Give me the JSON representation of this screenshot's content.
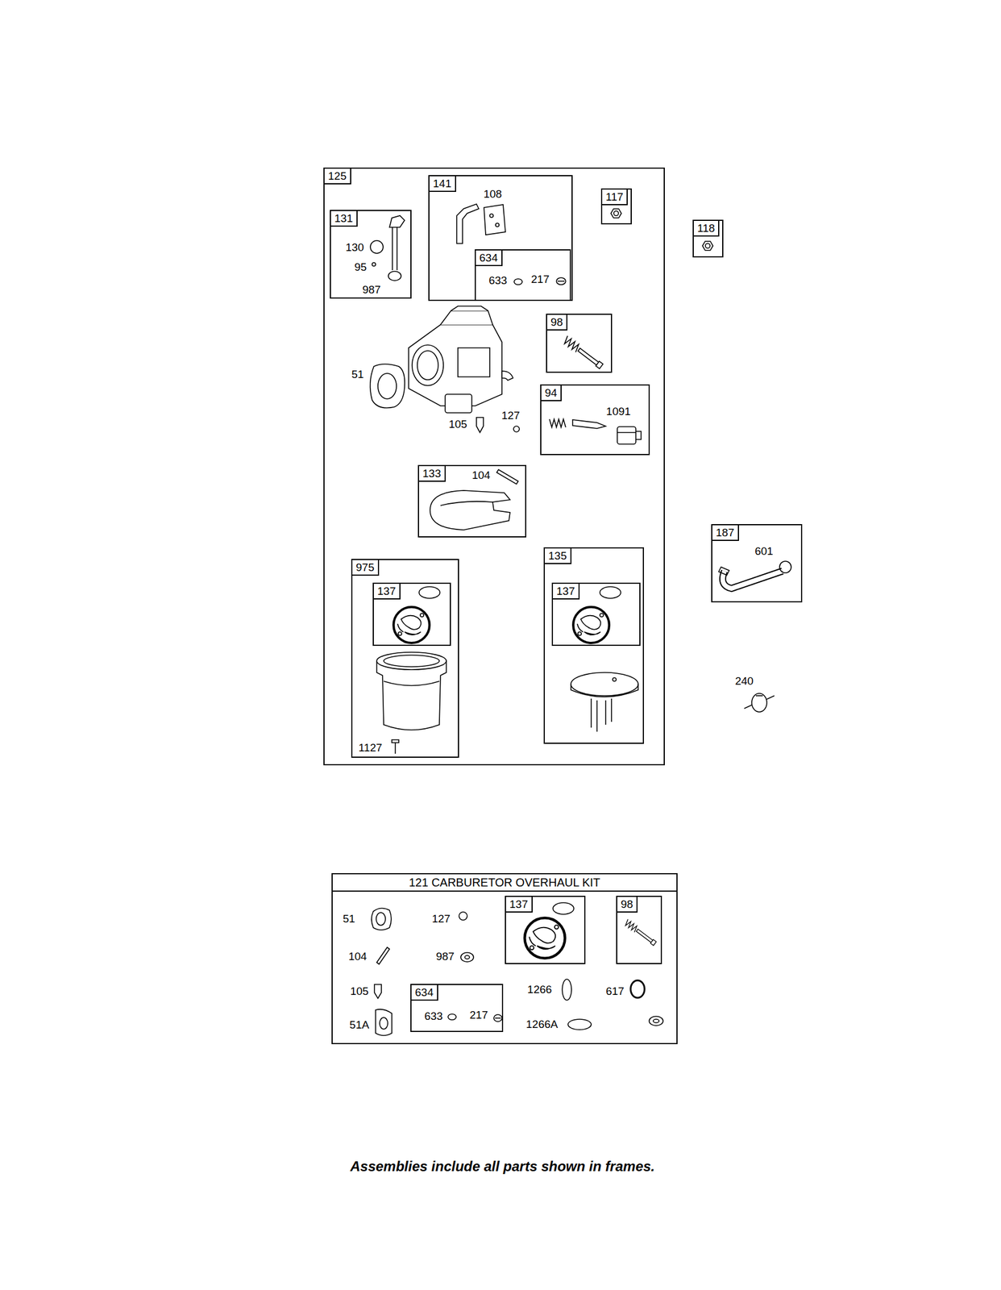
{
  "diagram": {
    "caption": "Assemblies include all parts shown in frames.",
    "nodes": [
      {
        "text": [
          "125"
        ]
      },
      {
        "text": [
          "131"
        ],
        "in": 0
      },
      {
        "text": [
          "141"
        ],
        "in": 0
      },
      {
        "text": [
          "634"
        ],
        "in": 2
      },
      {
        "text": [
          "117"
        ],
        "in": 0
      },
      {
        "text": [
          "98"
        ],
        "in": 0
      },
      {
        "text": [
          "94"
        ],
        "in": 0
      },
      {
        "text": [
          "133"
        ],
        "in": 0
      },
      {
        "text": [
          "975"
        ],
        "in": 0
      },
      {
        "text": [
          "137"
        ],
        "in": 8
      },
      {
        "text": [
          "135"
        ],
        "in": 0
      },
      {
        "text": [
          "137"
        ],
        "in": 10
      },
      {
        "text": [
          "118"
        ]
      },
      {
        "text": [
          "187"
        ]
      },
      {
        "text": [
          "121 CARBURETOR OVERHAUL KIT"
        ]
      },
      {
        "text": [
          "137"
        ],
        "in": 14
      },
      {
        "text": [
          "98"
        ],
        "in": 14
      },
      {
        "text": [
          "634"
        ],
        "in": 14
      }
    ],
    "labels": [
      "130",
      "95",
      "987",
      "108",
      "633",
      "217",
      "51",
      "105",
      "127",
      "1091",
      "104",
      "1127",
      "601",
      "240",
      "51",
      "127",
      "104",
      "987",
      "105",
      "1266",
      "617",
      "51A",
      "633",
      "217",
      "1266A"
    ]
  }
}
